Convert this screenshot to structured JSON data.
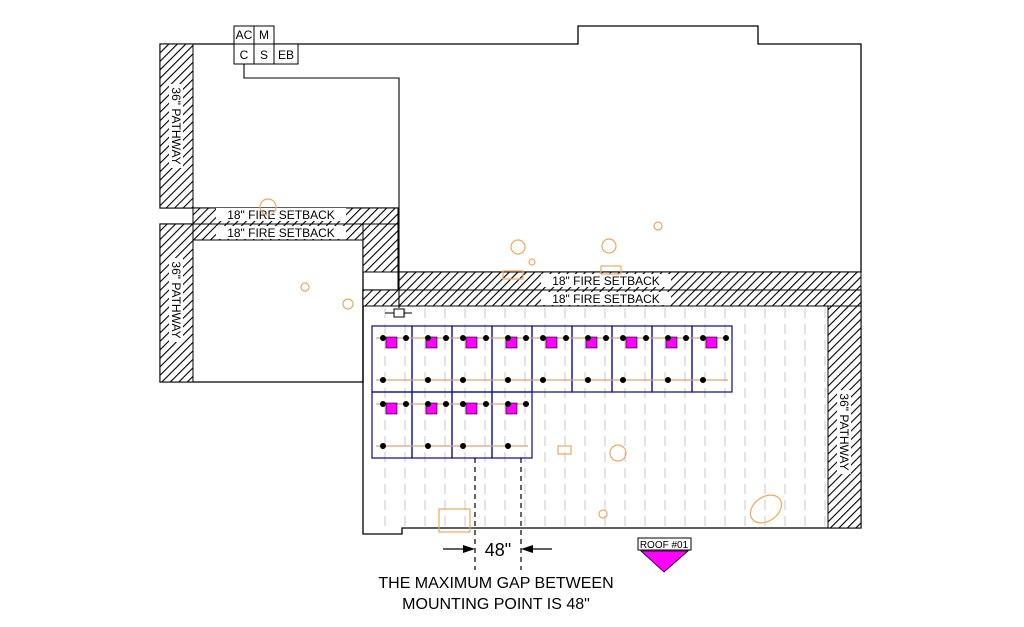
{
  "equipment": {
    "ac": "AC",
    "m": "M",
    "c": "C",
    "s": "S",
    "eb": "EB"
  },
  "pathways": {
    "left_upper": "36\" PATHWAY",
    "left_lower": "36\" PATHWAY",
    "right": "36\" PATHWAY"
  },
  "setbacks": {
    "upper_1": "18\" FIRE SETBACK",
    "upper_2": "18\" FIRE SETBACK",
    "lower_1": "18\" FIRE SETBACK",
    "lower_2": "18\" FIRE SETBACK"
  },
  "dimension": {
    "value": "48\""
  },
  "note": {
    "line1": "THE MAXIMUM GAP BETWEEN",
    "line2": "MOUNTING POINT IS 48\""
  },
  "roof_tag": {
    "label": "ROOF #01"
  },
  "colors": {
    "module_outline": "#1a1aa6",
    "optimizer": "#ff00ff",
    "rail": "#e8a070",
    "obstruction": "#f0a860",
    "hatch": "#000000",
    "rafter": "#c8c8c8"
  },
  "array": {
    "row1_modules": 9,
    "row2_modules": 4
  }
}
